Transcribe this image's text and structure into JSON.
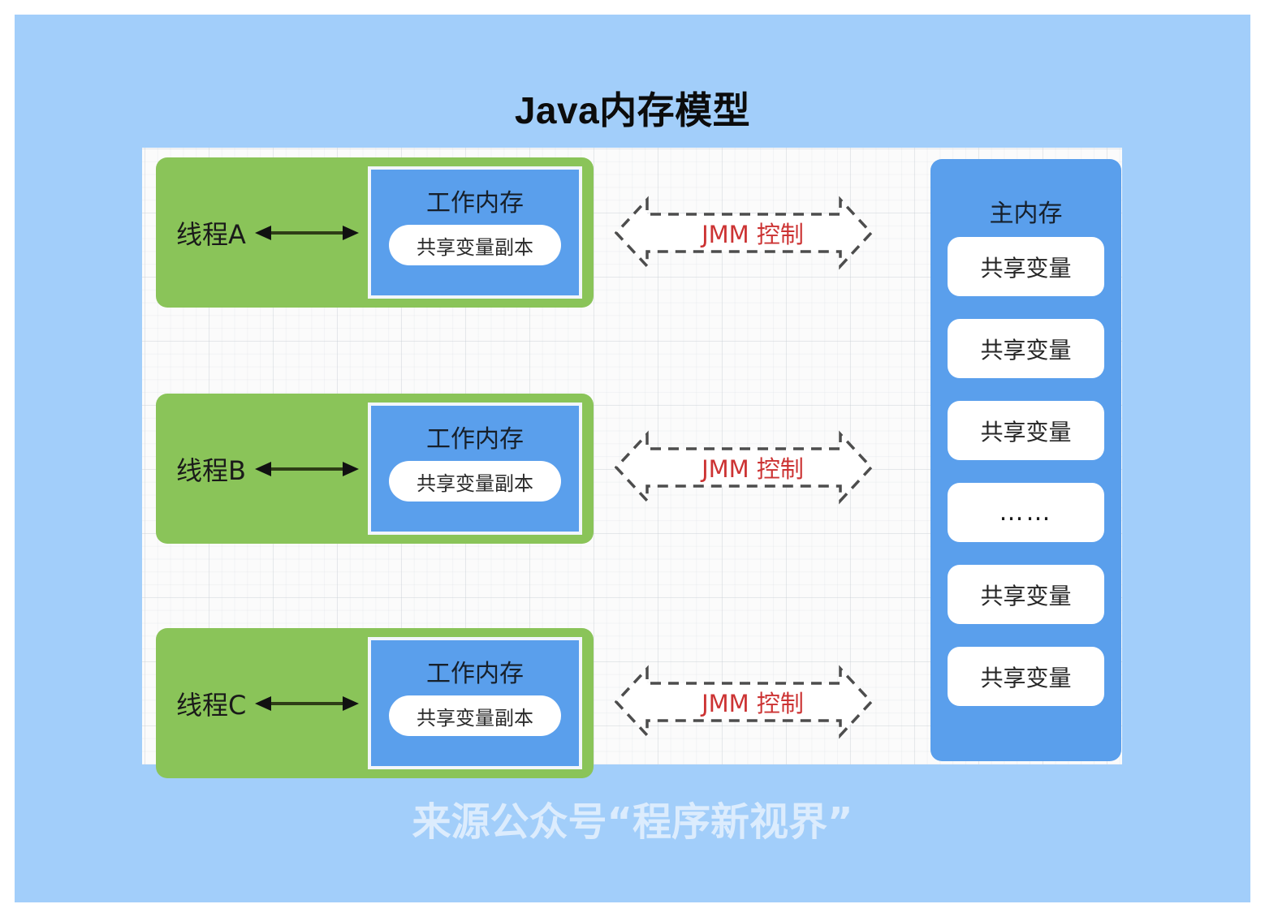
{
  "slide": {
    "title": "Java内存模型",
    "watermark": "来源公众号“程序新视界”",
    "background_color": "#a2cefa",
    "canvas_color": "#fbfbfb"
  },
  "colors": {
    "thread_green": "#8ac459",
    "memory_blue": "#5a9fec",
    "variable_white": "#ffffff",
    "jmm_label_red": "#cc3333",
    "title_black": "#0c0c0c"
  },
  "threads": [
    {
      "label": "线程A",
      "arrow_icon": "double-headed-arrow",
      "working_memory": {
        "title": "工作内存",
        "variable": "共享变量副本"
      },
      "jmm": {
        "label": "JMM 控制",
        "icon": "dashed-double-arrow"
      }
    },
    {
      "label": "线程B",
      "arrow_icon": "double-headed-arrow",
      "working_memory": {
        "title": "工作内存",
        "variable": "共享变量副本"
      },
      "jmm": {
        "label": "JMM 控制",
        "icon": "dashed-double-arrow"
      }
    },
    {
      "label": "线程C",
      "arrow_icon": "double-headed-arrow",
      "working_memory": {
        "title": "工作内存",
        "variable": "共享变量副本"
      },
      "jmm": {
        "label": "JMM 控制",
        "icon": "dashed-double-arrow"
      }
    }
  ],
  "main_memory": {
    "title": "主内存",
    "items": [
      "共享变量",
      "共享变量",
      "共享变量",
      "……",
      "共享变量",
      "共享变量"
    ]
  }
}
